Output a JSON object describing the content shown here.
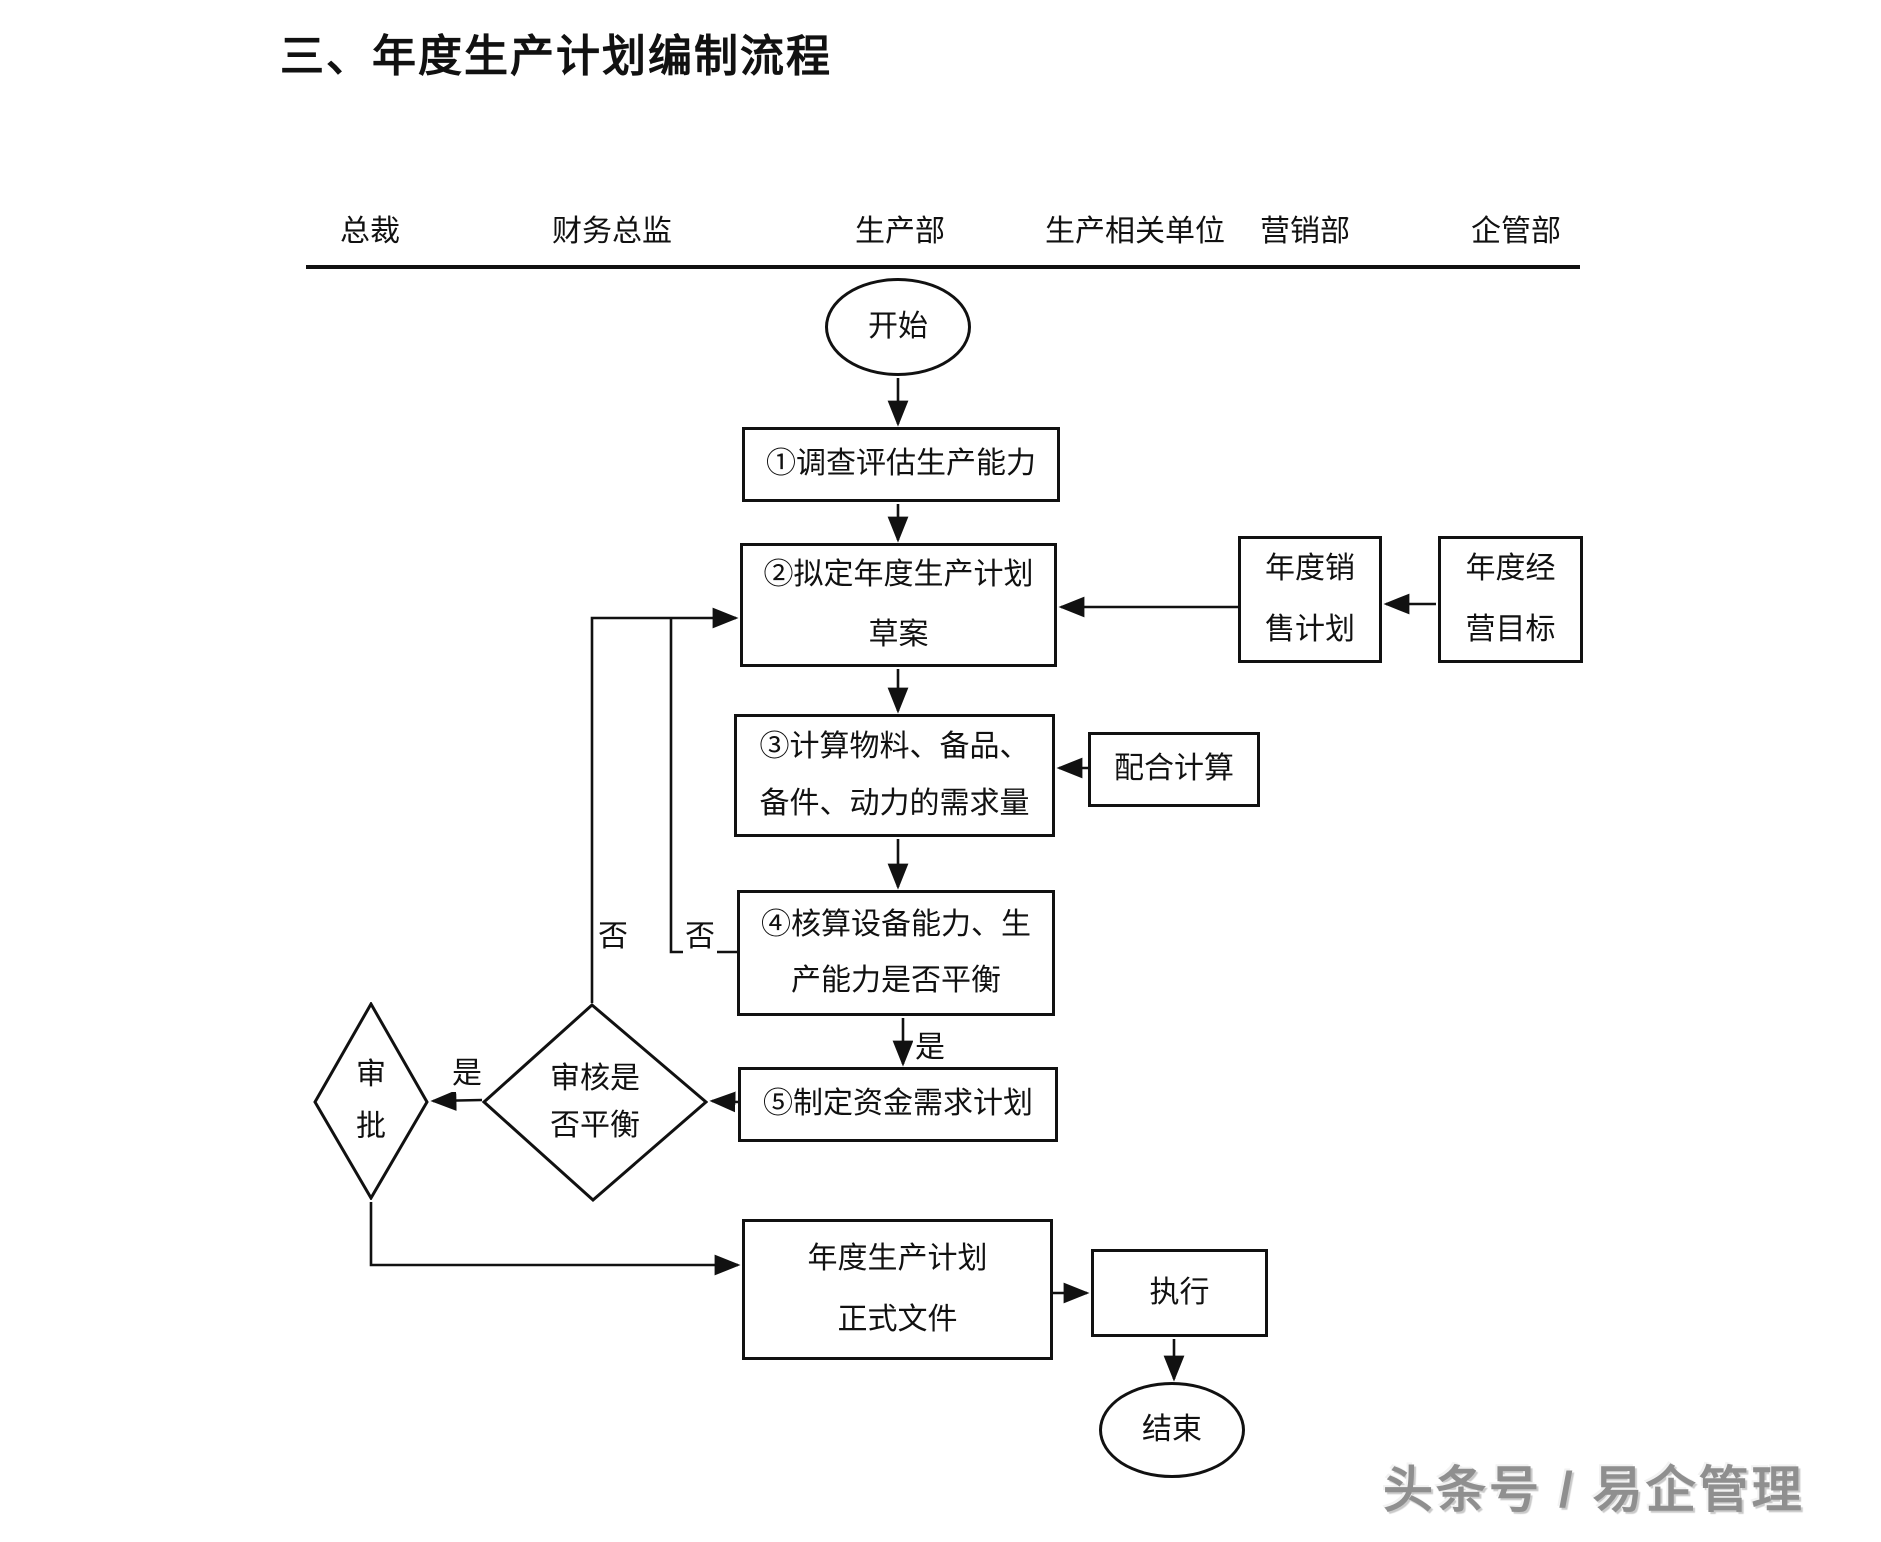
{
  "page": {
    "title": "三、年度生产计划编制流程",
    "watermark": "头条号 / 易企管理"
  },
  "lanes": {
    "headers": [
      "总裁",
      "财务总监",
      "生产部",
      "生产相关单位",
      "营销部",
      "企管部"
    ]
  },
  "flow": {
    "start": "开始",
    "step1": "①调查评估生产能力",
    "step2": [
      "②拟定年度生产计划",
      "草案"
    ],
    "annual_sales_plan": [
      "年度销",
      "售计划"
    ],
    "annual_business_goal": [
      "年度经",
      "营目标"
    ],
    "step3": [
      "③计算物料、备品、",
      "备件、动力的需求量"
    ],
    "assist_calc": "配合计算",
    "step4": [
      "④核算设备能力、生",
      "产能力是否平衡"
    ],
    "step5": "⑤制定资金需求计划",
    "review": [
      "审核是",
      "否平衡"
    ],
    "approval": [
      "审",
      "批"
    ],
    "official_doc": [
      "年度生产计划",
      "正式文件"
    ],
    "execute": "执行",
    "end": "结束",
    "labels": {
      "yes_balance": "是",
      "yes_review": "是",
      "no_review": "否",
      "no_balance": "否"
    }
  }
}
